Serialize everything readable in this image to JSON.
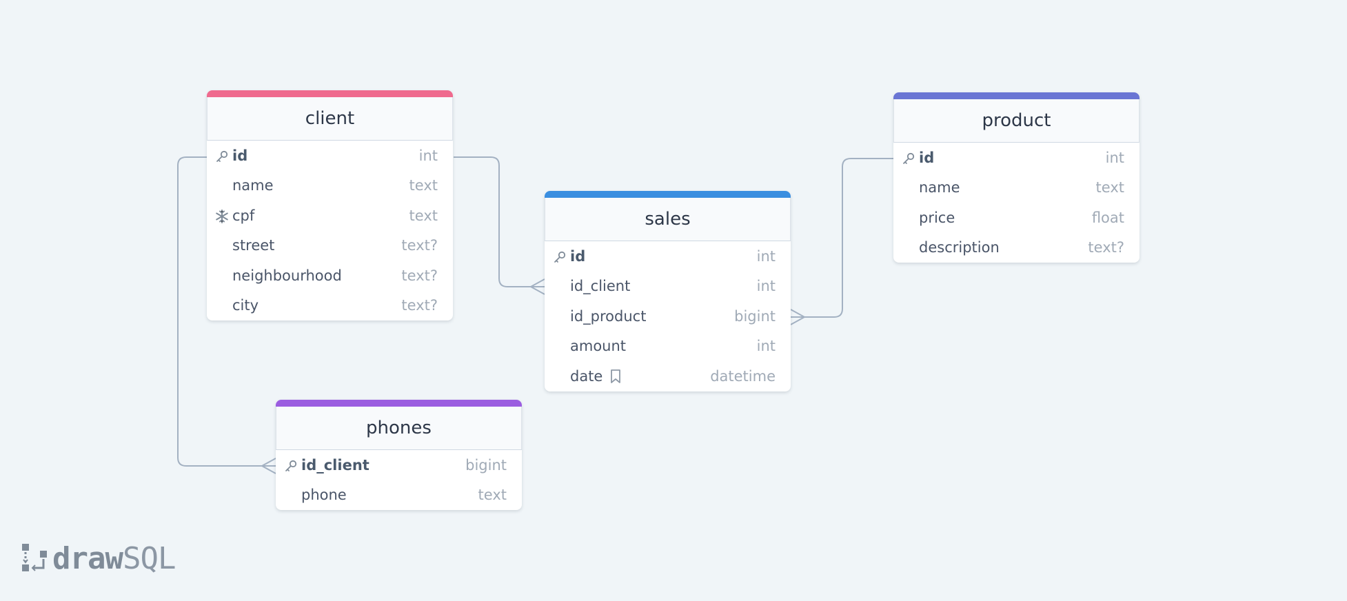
{
  "diagram": {
    "tables": [
      {
        "id": "client",
        "title": "client",
        "color": "#ef6a8e",
        "columns": [
          {
            "name": "id",
            "type": "int",
            "icon": "key-icon",
            "pk": true
          },
          {
            "name": "name",
            "type": "text"
          },
          {
            "name": "cpf",
            "type": "text",
            "icon": "snowflake-icon"
          },
          {
            "name": "street",
            "type": "text?"
          },
          {
            "name": "neighbourhood",
            "type": "text?"
          },
          {
            "name": "city",
            "type": "text?"
          }
        ]
      },
      {
        "id": "sales",
        "title": "sales",
        "color": "#3a8ee0",
        "columns": [
          {
            "name": "id",
            "type": "int",
            "icon": "key-icon",
            "pk": true
          },
          {
            "name": "id_client",
            "type": "int"
          },
          {
            "name": "id_product",
            "type": "bigint"
          },
          {
            "name": "amount",
            "type": "int"
          },
          {
            "name": "date",
            "type": "datetime",
            "comment_icon": "bookmark-icon"
          }
        ]
      },
      {
        "id": "product",
        "title": "product",
        "color": "#6a75d4",
        "columns": [
          {
            "name": "id",
            "type": "int",
            "icon": "key-icon",
            "pk": true
          },
          {
            "name": "name",
            "type": "text"
          },
          {
            "name": "price",
            "type": "float"
          },
          {
            "name": "description",
            "type": "text?"
          }
        ]
      },
      {
        "id": "phones",
        "title": "phones",
        "color": "#9b5de0",
        "columns": [
          {
            "name": "id_client",
            "type": "bigint",
            "icon": "key-icon",
            "pk": true
          },
          {
            "name": "phone",
            "type": "text"
          }
        ]
      }
    ],
    "relations": [
      {
        "from": "client.id",
        "to": "sales.id_client",
        "to_cardinality": "many"
      },
      {
        "from": "product.id",
        "to": "sales.id_product",
        "to_cardinality": "many"
      },
      {
        "from": "client.id",
        "to": "phones.id_client",
        "to_cardinality": "many"
      }
    ],
    "edge_color": "#a3b1c2"
  },
  "logo": {
    "part1": "draw",
    "part2": "SQL",
    "icon": "drawsql-logo-icon"
  }
}
